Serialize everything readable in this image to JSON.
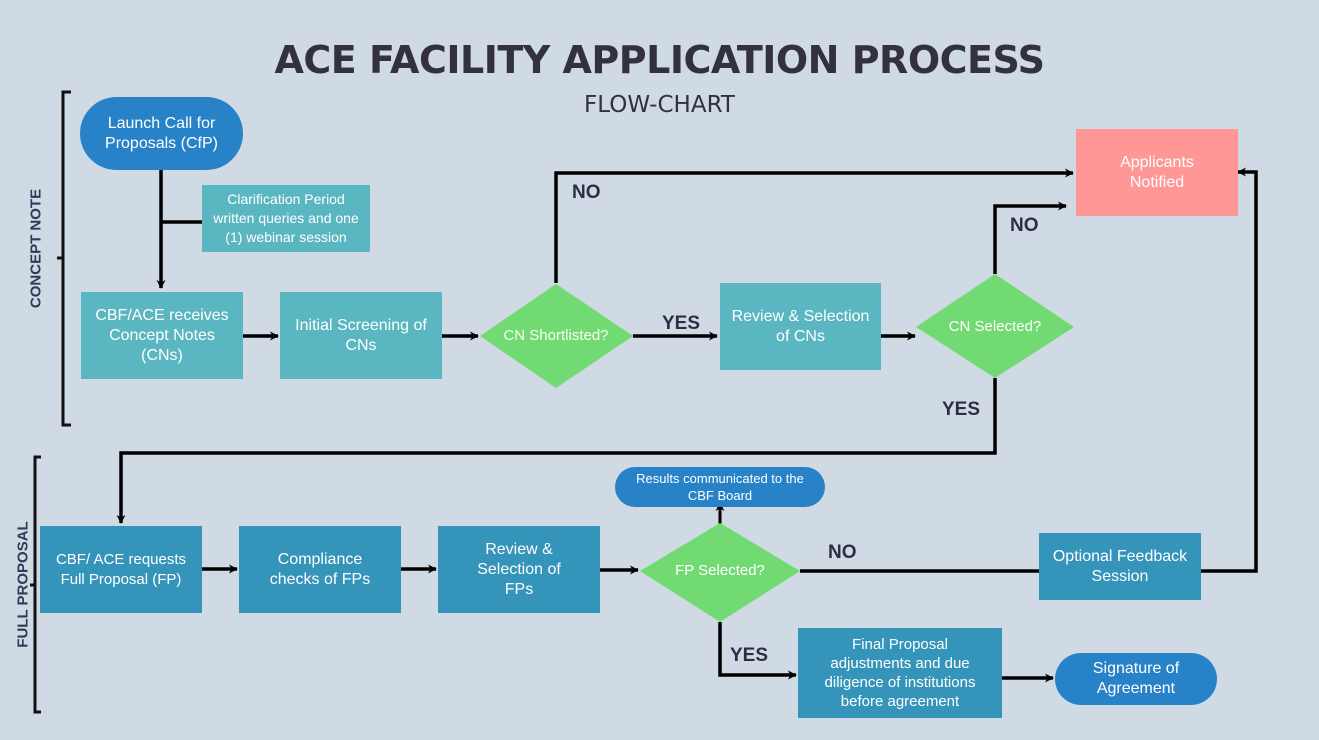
{
  "header": {
    "title": "ACE FACILITY APPLICATION PROCESS",
    "subtitle": "FLOW-CHART"
  },
  "phases": {
    "concept_note": "CONCEPT NOTE",
    "full_proposal": "FULL PROPOSAL"
  },
  "nodes": {
    "launch_call": "Launch Call for Proposals (CfP)",
    "clarification": "Clarification Period written queries and one (1) webinar session",
    "receives_cn": "CBF/ACE receives Concept Notes (CNs)",
    "initial_screening": "Initial Screening of CNs",
    "cn_shortlisted": "CN Shortlisted?",
    "review_cn": "Review & Selection of CNs",
    "cn_selected": "CN Selected?",
    "applicants_notified": "Applicants Notified",
    "requests_fp": "CBF/ ACE requests Full Proposal (FP)",
    "compliance": "Compliance checks of FPs",
    "review_fp": "Review & Selection of FPs",
    "fp_selected": "FP Selected?",
    "results_board": "Results communicated to the CBF Board",
    "optional_feedback": "Optional Feedback Session",
    "final_adjustments": "Final Proposal adjustments and due diligence of institutions before agreement",
    "signature": "Signature of Agreement"
  },
  "edge_labels": {
    "shortlisted_no": "NO",
    "shortlisted_yes": "YES",
    "cn_selected_no": "NO",
    "cn_selected_yes": "YES",
    "fp_selected_no": "NO",
    "fp_selected_yes": "YES"
  },
  "colors": {
    "background": "#cfdae5",
    "process_teal": "#5ab6c0",
    "process_steel": "#3594ba",
    "terminal_blue": "#2782c8",
    "decision_green": "#72da72",
    "notified_pink": "#ff9797",
    "title_text": "#33303f"
  }
}
